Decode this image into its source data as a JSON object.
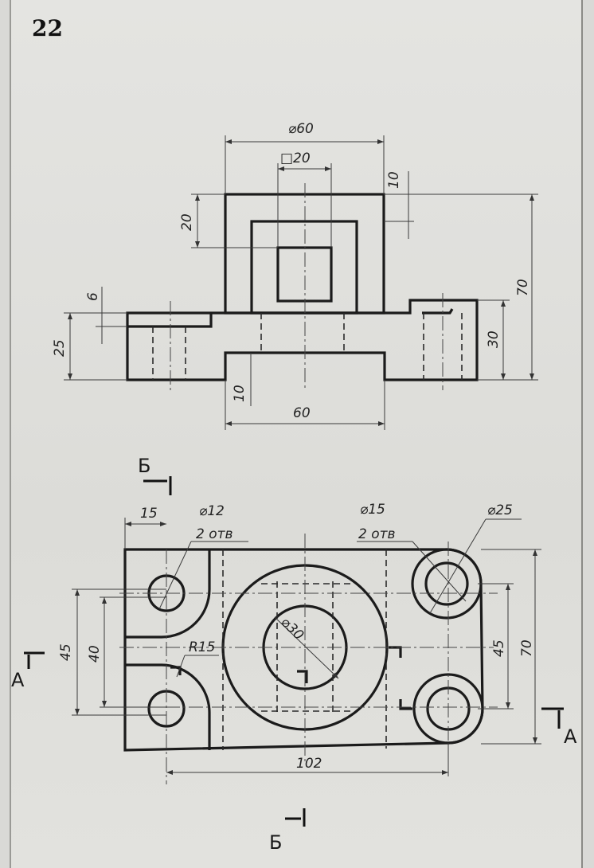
{
  "page_number": "22",
  "front_view": {
    "dim_outer_diameter": "⌀60",
    "dim_square": "□20",
    "dim_top_depth": "10",
    "dim_inner_depth": "20",
    "dim_total_height": "70",
    "dim_boss_height": "30",
    "dim_base_height": "25",
    "dim_step": "6",
    "dim_recess_depth": "10",
    "dim_recess_width": "60"
  },
  "top_view": {
    "section_b_top": "Б",
    "section_b_bottom": "Б",
    "section_a_left": "А",
    "section_a_right": "А",
    "dim_edge_offset": "15",
    "hole_small_diameter": "⌀12",
    "hole_small_count": "2 отв",
    "hole_boss_diameter": "⌀15",
    "hole_boss_count": "2 отв",
    "boss_diameter": "⌀25",
    "dim_left_45": "45",
    "dim_left_40": "40",
    "slot_radius": "R15",
    "bore_diameter": "⌀30",
    "dim_right_45": "45",
    "dim_right_70": "70",
    "dim_hole_span": "102"
  }
}
